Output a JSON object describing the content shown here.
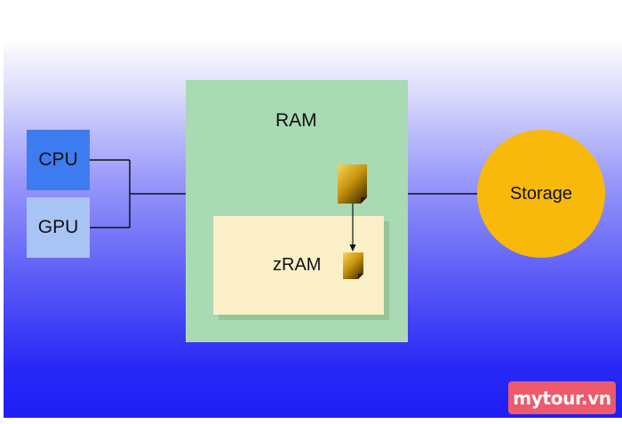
{
  "nodes": {
    "cpu": "CPU",
    "gpu": "GPU",
    "ram": "RAM",
    "zram": "zRAM",
    "storage": "Storage"
  },
  "watermark": "mytour.vn",
  "colors": {
    "cpu": "#3d7cf0",
    "gpu": "#a8c4f5",
    "ram": "#a9dab3",
    "zram": "#fbefc7",
    "storage": "#f8b90b",
    "page": "#b5b3f9",
    "watermark": "#ec5a6c"
  }
}
